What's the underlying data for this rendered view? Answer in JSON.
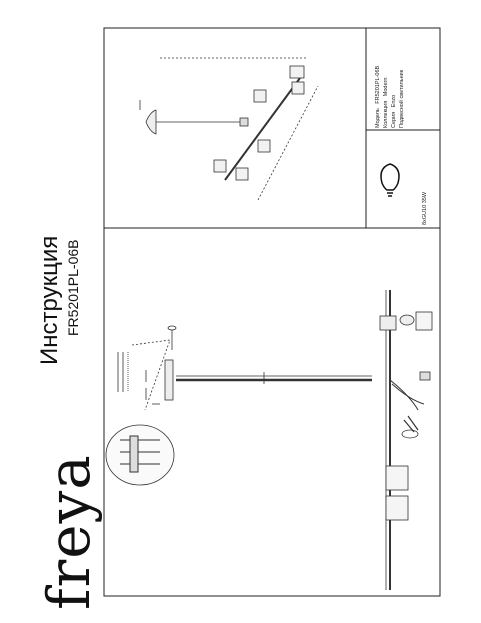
{
  "brand": "freya",
  "title": "Инструкция",
  "model_code": "FR5201PL-06B",
  "spec_table": {
    "rows": [
      {
        "label": "Модель",
        "value": "FR5201PL-06B"
      },
      {
        "label": "Коллекция",
        "value": "Modern"
      },
      {
        "label": "Серия",
        "value": "Enzo"
      },
      {
        "label": "",
        "value": "Подвесной светильник"
      }
    ]
  },
  "bulb_spec": "8xGU10 35W",
  "colors": {
    "ink": "#111111",
    "border": "#222222",
    "background": "#ffffff"
  }
}
